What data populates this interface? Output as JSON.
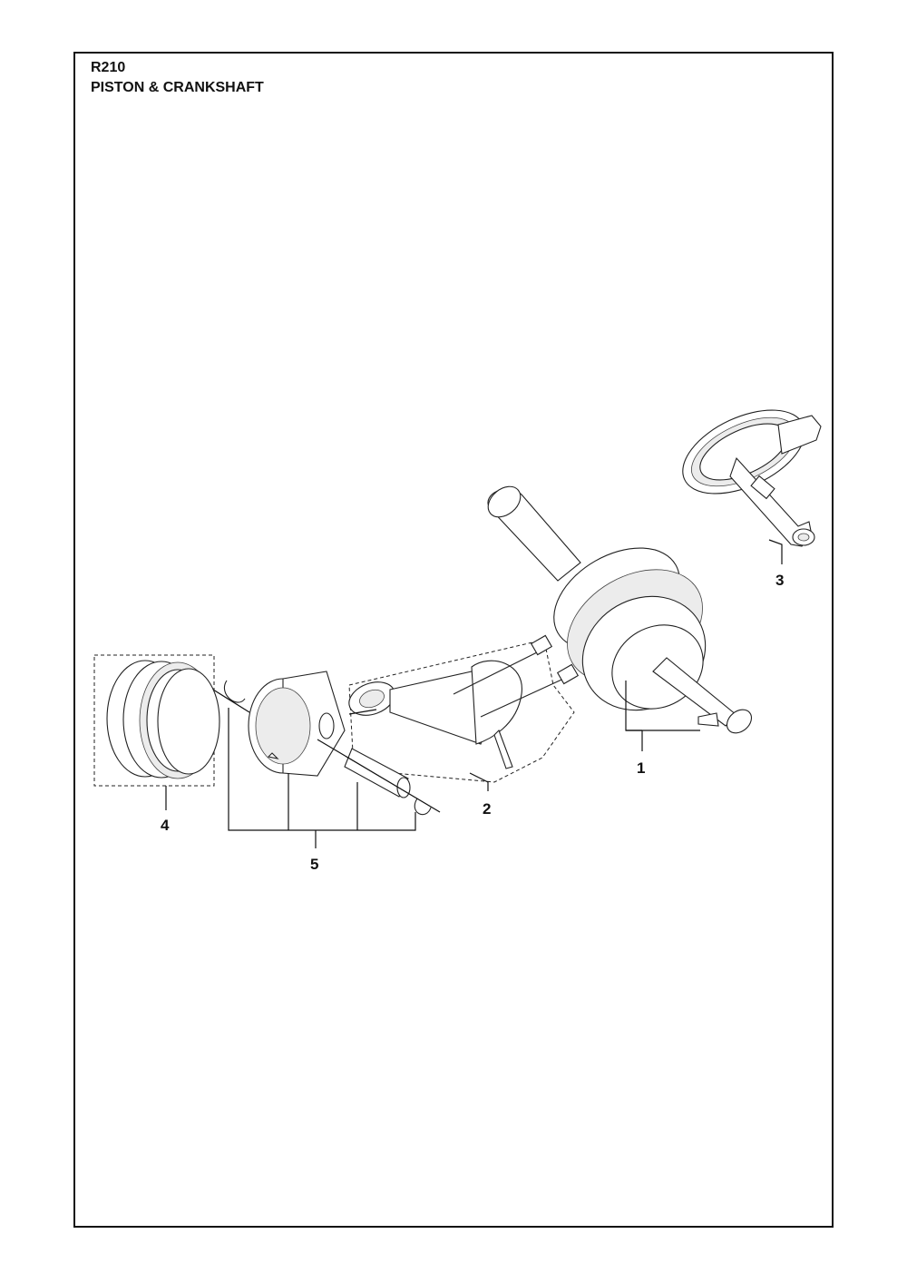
{
  "header": {
    "code": "R210",
    "title": "PISTON & CRANKSHAFT"
  },
  "callouts": [
    "1",
    "2",
    "3",
    "4",
    "5"
  ]
}
